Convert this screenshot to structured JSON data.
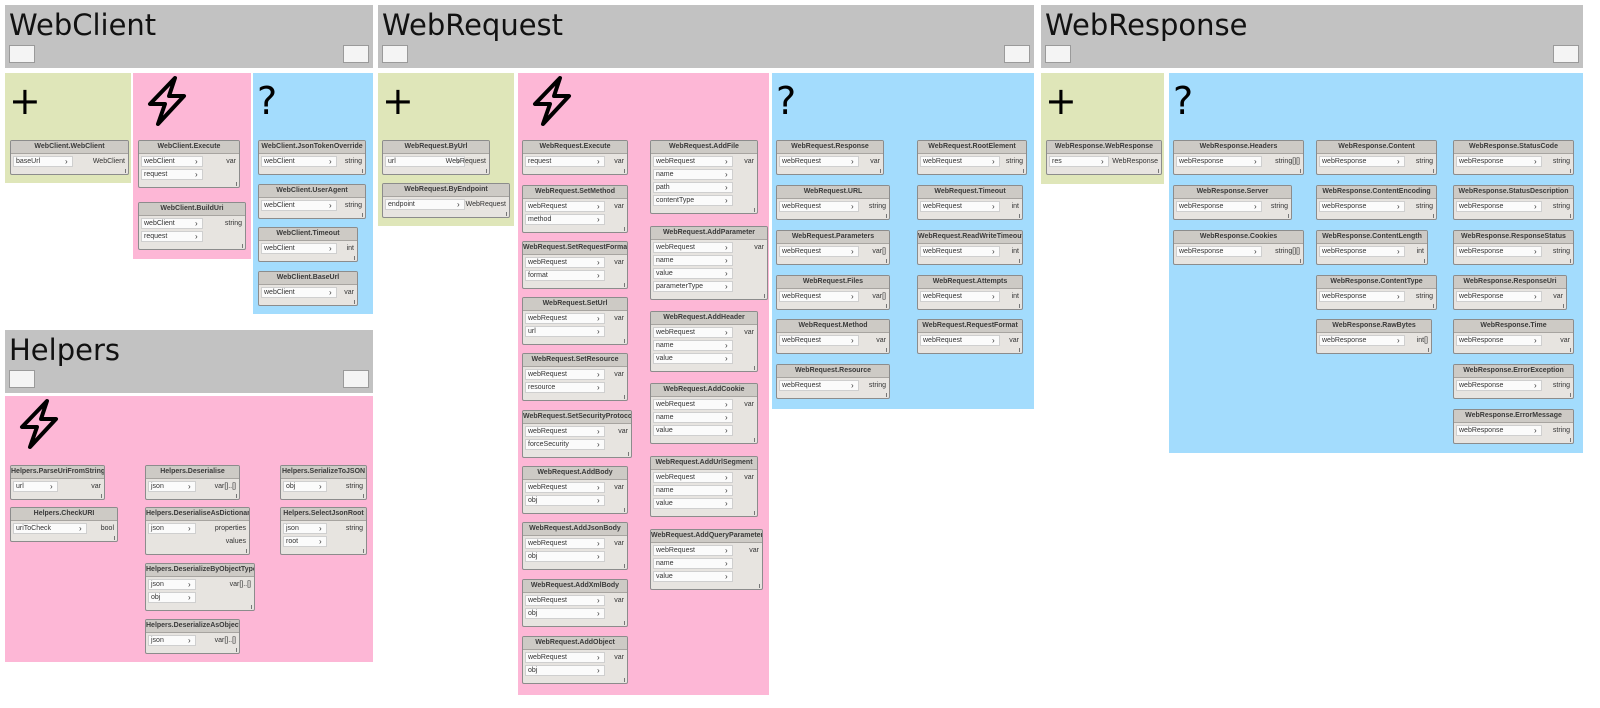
{
  "groups": {
    "webclient": {
      "title": "WebClient"
    },
    "webrequest": {
      "title": "WebRequest"
    },
    "webresponse": {
      "title": "WebResponse"
    },
    "helpers": {
      "title": "Helpers"
    }
  },
  "glyphs": {
    "create": "+",
    "query": "?",
    "action_icon": "lightning-bolt-icon"
  },
  "colors": {
    "create": "#dfe6b9",
    "action": "#fdb7d6",
    "query": "#a3dcfd",
    "header": "#c2c2c2",
    "node": "#e7e4e0"
  },
  "nodes": [
    {
      "title": "WebClient.WebClient",
      "inputs": [
        "baseUrl"
      ],
      "outputs": [
        "WebClient"
      ]
    },
    {
      "title": "WebClient.Execute",
      "inputs": [
        "webClient",
        "request"
      ],
      "outputs": [
        "var"
      ]
    },
    {
      "title": "WebClient.BuildUri",
      "inputs": [
        "webClient",
        "request"
      ],
      "outputs": [
        "string"
      ]
    },
    {
      "title": "WebClient.JsonTokenOverride",
      "inputs": [
        "webClient"
      ],
      "outputs": [
        "string"
      ]
    },
    {
      "title": "WebClient.UserAgent",
      "inputs": [
        "webClient"
      ],
      "outputs": [
        "string"
      ]
    },
    {
      "title": "WebClient.Timeout",
      "inputs": [
        "webClient"
      ],
      "outputs": [
        "int"
      ]
    },
    {
      "title": "WebClient.BaseUrl",
      "inputs": [
        "webClient"
      ],
      "outputs": [
        "var"
      ]
    },
    {
      "title": "WebRequest.ByUrl",
      "inputs": [
        "url"
      ],
      "outputs": [
        "WebRequest"
      ]
    },
    {
      "title": "WebRequest.ByEndpoint",
      "inputs": [
        "endpoint"
      ],
      "outputs": [
        "WebRequest"
      ]
    },
    {
      "title": "WebRequest.Execute",
      "inputs": [
        "request"
      ],
      "outputs": [
        "var"
      ]
    },
    {
      "title": "WebRequest.SetMethod",
      "inputs": [
        "webRequest",
        "method"
      ],
      "outputs": [
        "var"
      ]
    },
    {
      "title": "WebRequest.SetRequestFormat",
      "inputs": [
        "webRequest",
        "format"
      ],
      "outputs": [
        "var"
      ]
    },
    {
      "title": "WebRequest.SetUrl",
      "inputs": [
        "webRequest",
        "url"
      ],
      "outputs": [
        "var"
      ]
    },
    {
      "title": "WebRequest.SetResource",
      "inputs": [
        "webRequest",
        "resource"
      ],
      "outputs": [
        "var"
      ]
    },
    {
      "title": "WebRequest.SetSecurityProtocol",
      "inputs": [
        "webRequest",
        "forceSecurity"
      ],
      "outputs": [
        "var"
      ]
    },
    {
      "title": "WebRequest.AddBody",
      "inputs": [
        "webRequest",
        "obj"
      ],
      "outputs": [
        "var"
      ]
    },
    {
      "title": "WebRequest.AddJsonBody",
      "inputs": [
        "webRequest",
        "obj"
      ],
      "outputs": [
        "var"
      ]
    },
    {
      "title": "WebRequest.AddXmlBody",
      "inputs": [
        "webRequest",
        "obj"
      ],
      "outputs": [
        "var"
      ]
    },
    {
      "title": "WebRequest.AddObject",
      "inputs": [
        "webRequest",
        "obj"
      ],
      "outputs": [
        "var"
      ]
    },
    {
      "title": "WebRequest.AddFile",
      "inputs": [
        "webRequest",
        "name",
        "path",
        "contentType"
      ],
      "outputs": [
        "var"
      ]
    },
    {
      "title": "WebRequest.AddParameter",
      "inputs": [
        "webRequest",
        "name",
        "value",
        "parameterType"
      ],
      "outputs": [
        "var"
      ]
    },
    {
      "title": "WebRequest.AddHeader",
      "inputs": [
        "webRequest",
        "name",
        "value"
      ],
      "outputs": [
        "var"
      ]
    },
    {
      "title": "WebRequest.AddCookie",
      "inputs": [
        "webRequest",
        "name",
        "value"
      ],
      "outputs": [
        "var"
      ]
    },
    {
      "title": "WebRequest.AddUrlSegment",
      "inputs": [
        "webRequest",
        "name",
        "value"
      ],
      "outputs": [
        "var"
      ]
    },
    {
      "title": "WebRequest.AddQueryParameter",
      "inputs": [
        "webRequest",
        "name",
        "value"
      ],
      "outputs": [
        "var"
      ]
    },
    {
      "title": "WebRequest.Response",
      "inputs": [
        "webRequest"
      ],
      "outputs": [
        "var"
      ]
    },
    {
      "title": "WebRequest.URL",
      "inputs": [
        "webRequest"
      ],
      "outputs": [
        "string"
      ]
    },
    {
      "title": "WebRequest.Parameters",
      "inputs": [
        "webRequest"
      ],
      "outputs": [
        "var[]"
      ]
    },
    {
      "title": "WebRequest.Files",
      "inputs": [
        "webRequest"
      ],
      "outputs": [
        "var[]"
      ]
    },
    {
      "title": "WebRequest.Method",
      "inputs": [
        "webRequest"
      ],
      "outputs": [
        "var"
      ]
    },
    {
      "title": "WebRequest.Resource",
      "inputs": [
        "webRequest"
      ],
      "outputs": [
        "string"
      ]
    },
    {
      "title": "WebRequest.RootElement",
      "inputs": [
        "webRequest"
      ],
      "outputs": [
        "string"
      ]
    },
    {
      "title": "WebRequest.Timeout",
      "inputs": [
        "webRequest"
      ],
      "outputs": [
        "int"
      ]
    },
    {
      "title": "WebRequest.ReadWriteTimeout",
      "inputs": [
        "webRequest"
      ],
      "outputs": [
        "int"
      ]
    },
    {
      "title": "WebRequest.Attempts",
      "inputs": [
        "webRequest"
      ],
      "outputs": [
        "int"
      ]
    },
    {
      "title": "WebRequest.RequestFormat",
      "inputs": [
        "webRequest"
      ],
      "outputs": [
        "var"
      ]
    },
    {
      "title": "WebResponse.WebResponse",
      "inputs": [
        "res"
      ],
      "outputs": [
        "WebResponse"
      ]
    },
    {
      "title": "WebResponse.Headers",
      "inputs": [
        "webResponse"
      ],
      "outputs": [
        "string[][]"
      ]
    },
    {
      "title": "WebResponse.Server",
      "inputs": [
        "webResponse"
      ],
      "outputs": [
        "string"
      ]
    },
    {
      "title": "WebResponse.Cookies",
      "inputs": [
        "webResponse"
      ],
      "outputs": [
        "string[][]"
      ]
    },
    {
      "title": "WebResponse.Content",
      "inputs": [
        "webResponse"
      ],
      "outputs": [
        "string"
      ]
    },
    {
      "title": "WebResponse.ContentEncoding",
      "inputs": [
        "webResponse"
      ],
      "outputs": [
        "string"
      ]
    },
    {
      "title": "WebResponse.ContentLength",
      "inputs": [
        "webResponse"
      ],
      "outputs": [
        "int"
      ]
    },
    {
      "title": "WebResponse.ContentType",
      "inputs": [
        "webResponse"
      ],
      "outputs": [
        "string"
      ]
    },
    {
      "title": "WebResponse.RawBytes",
      "inputs": [
        "webResponse"
      ],
      "outputs": [
        "int[]"
      ]
    },
    {
      "title": "WebResponse.StatusCode",
      "inputs": [
        "webResponse"
      ],
      "outputs": [
        "string"
      ]
    },
    {
      "title": "WebResponse.StatusDescription",
      "inputs": [
        "webResponse"
      ],
      "outputs": [
        "string"
      ]
    },
    {
      "title": "WebResponse.ResponseStatus",
      "inputs": [
        "webResponse"
      ],
      "outputs": [
        "string"
      ]
    },
    {
      "title": "WebResponse.ResponseUri",
      "inputs": [
        "webResponse"
      ],
      "outputs": [
        "var"
      ]
    },
    {
      "title": "WebResponse.Time",
      "inputs": [
        "webResponse"
      ],
      "outputs": [
        "var"
      ]
    },
    {
      "title": "WebResponse.ErrorException",
      "inputs": [
        "webResponse"
      ],
      "outputs": [
        "string"
      ]
    },
    {
      "title": "WebResponse.ErrorMessage",
      "inputs": [
        "webResponse"
      ],
      "outputs": [
        "string"
      ]
    },
    {
      "title": "Helpers.ParseUriFromString",
      "inputs": [
        "url"
      ],
      "outputs": [
        "var"
      ]
    },
    {
      "title": "Helpers.CheckURI",
      "inputs": [
        "uriToCheck"
      ],
      "outputs": [
        "bool"
      ]
    },
    {
      "title": "Helpers.Deserialise",
      "inputs": [
        "json"
      ],
      "outputs": [
        "var[]..[]"
      ]
    },
    {
      "title": "Helpers.DeserialiseAsDictionary",
      "inputs": [
        "json"
      ],
      "outputs": [
        "properties",
        "values"
      ]
    },
    {
      "title": "Helpers.DeserializeByObjectType",
      "inputs": [
        "json",
        "obj"
      ],
      "outputs": [
        "var[]..[]"
      ]
    },
    {
      "title": "Helpers.DeserializeAsObject",
      "inputs": [
        "json"
      ],
      "outputs": [
        "var[]..[]"
      ]
    },
    {
      "title": "Helpers.SerializeToJSON",
      "inputs": [
        "obj"
      ],
      "outputs": [
        "string"
      ]
    },
    {
      "title": "Helpers.SelectJsonRoot",
      "inputs": [
        "json",
        "root"
      ],
      "outputs": [
        "string"
      ]
    }
  ]
}
